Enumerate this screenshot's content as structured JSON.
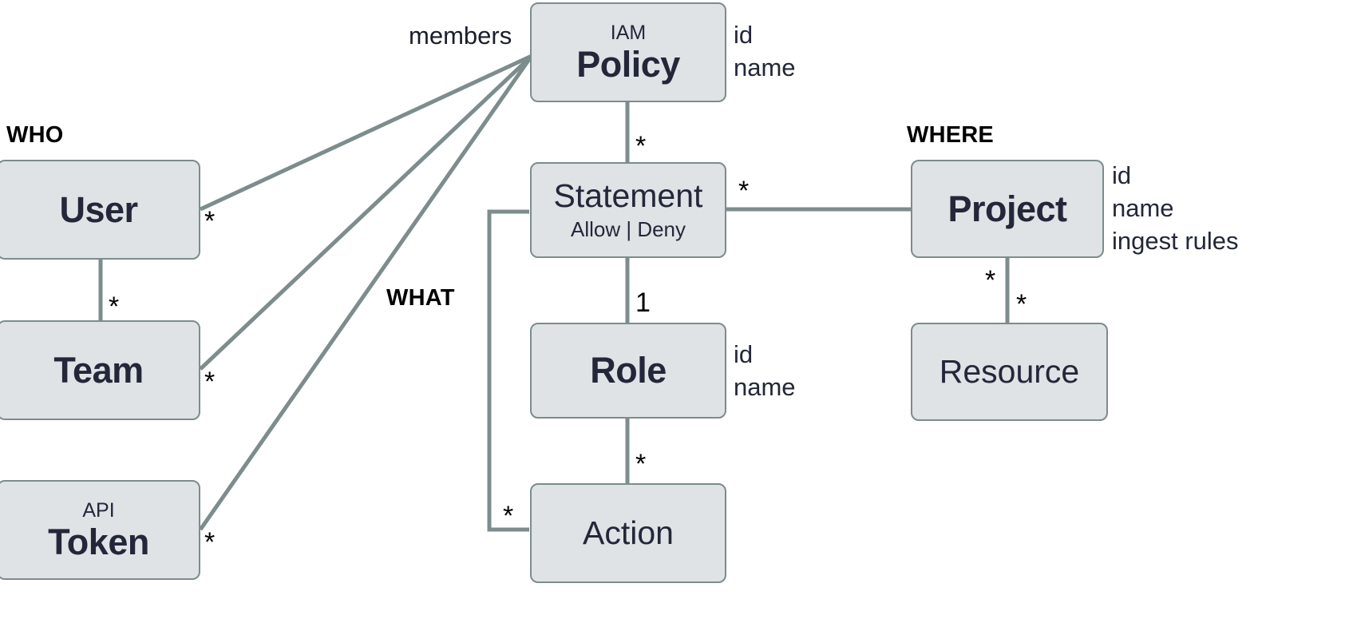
{
  "diagram": {
    "title": "IAM permission model entity relationship diagram",
    "colors": {
      "node_fill": "#dfe3e6",
      "node_border": "#7d8c8c",
      "edge": "#7d8c8c",
      "text": "#232739",
      "label": "#000000"
    },
    "group_labels": [
      {
        "id": "who",
        "text": "WHO"
      },
      {
        "id": "what",
        "text": "WHAT"
      },
      {
        "id": "where",
        "text": "WHERE"
      }
    ],
    "nodes": [
      {
        "id": "policy",
        "kicker": "IAM",
        "title": "Policy",
        "sub": ""
      },
      {
        "id": "user",
        "kicker": "",
        "title": "User",
        "sub": ""
      },
      {
        "id": "team",
        "kicker": "",
        "title": "Team",
        "sub": ""
      },
      {
        "id": "api_token",
        "kicker": "API",
        "title": "Token",
        "sub": ""
      },
      {
        "id": "statement",
        "kicker": "",
        "title": "Statement",
        "sub": "Allow | Deny"
      },
      {
        "id": "role",
        "kicker": "",
        "title": "Role",
        "sub": ""
      },
      {
        "id": "action",
        "kicker": "",
        "title": "Action",
        "sub": ""
      },
      {
        "id": "project",
        "kicker": "",
        "title": "Project",
        "sub": ""
      },
      {
        "id": "resource",
        "kicker": "",
        "title": "Resource",
        "sub": ""
      }
    ],
    "attributes": {
      "policy": "id\nname",
      "policy_lines": [
        "id",
        "name"
      ],
      "role_lines": [
        "id",
        "name"
      ],
      "project_lines": [
        "id",
        "name",
        "ingest rules"
      ]
    },
    "edge_labels": [
      {
        "id": "members",
        "text": "members"
      }
    ],
    "multiplicities": [
      {
        "id": "user-policy",
        "text": "*"
      },
      {
        "id": "user-team",
        "text": "*"
      },
      {
        "id": "team-policy",
        "text": "*"
      },
      {
        "id": "token-policy",
        "text": "*"
      },
      {
        "id": "policy-statement",
        "text": "*"
      },
      {
        "id": "statement-project",
        "text": "*"
      },
      {
        "id": "statement-role",
        "text": "1"
      },
      {
        "id": "role-action",
        "text": "*"
      },
      {
        "id": "statement-action",
        "text": "*"
      },
      {
        "id": "project-resource-top",
        "text": "*"
      },
      {
        "id": "project-resource-bottom",
        "text": "*"
      }
    ]
  }
}
